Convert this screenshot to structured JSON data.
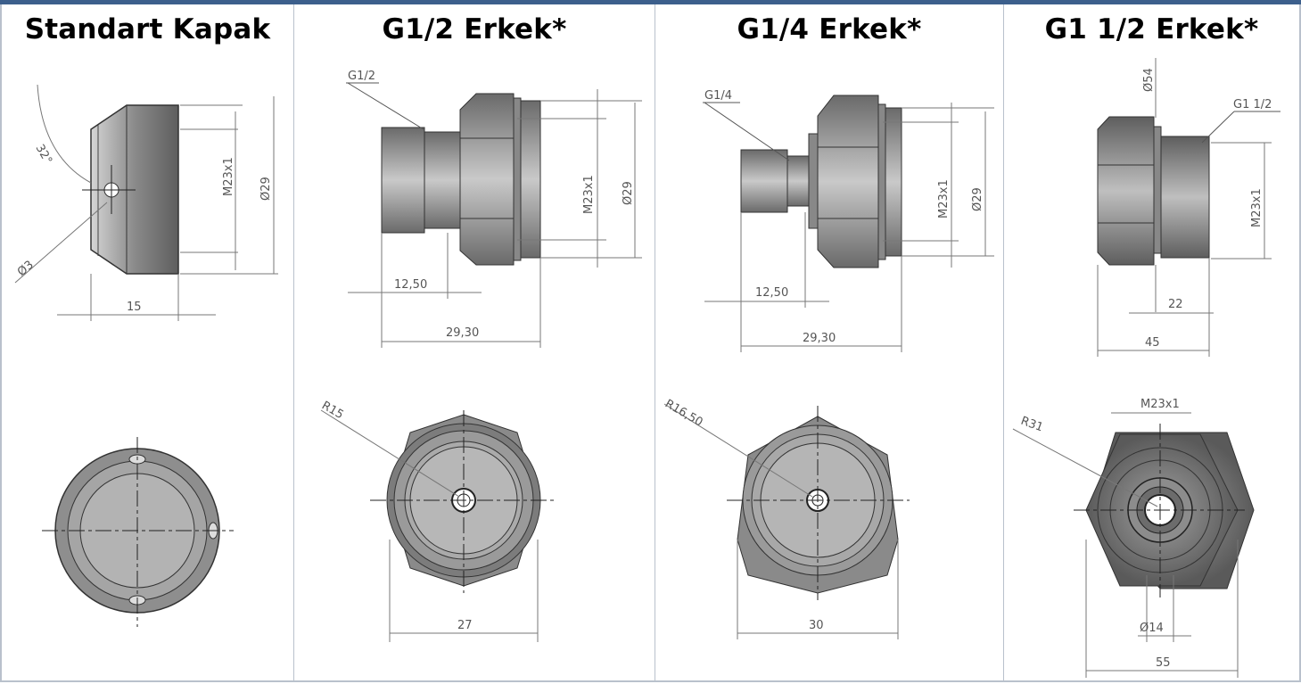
{
  "panels": [
    {
      "title": "Standart Kapak",
      "dims": {
        "angle": "32°",
        "hole": "Ø3",
        "thread": "M23x1",
        "dia": "Ø29",
        "length": "15"
      }
    },
    {
      "title": "G1/2 Erkek*",
      "dims": {
        "thread_label": "G1/2",
        "thread": "M23x1",
        "dia": "Ø29",
        "short": "12,50",
        "long": "29,30",
        "radius": "R15",
        "width": "27"
      }
    },
    {
      "title": "G1/4 Erkek*",
      "dims": {
        "thread_label": "G1/4",
        "thread": "M23x1",
        "dia": "Ø29",
        "short": "12,50",
        "long": "29,30",
        "radius": "R16,50",
        "width": "30"
      }
    },
    {
      "title": "G1 1/2 Erkek*",
      "dims": {
        "dia_top": "Ø54",
        "thread_label": "G1 1/2",
        "thread": "M23x1",
        "short": "22",
        "long": "45",
        "thread_top": "M23x1",
        "radius": "R31",
        "bore": "Ø14",
        "width": "55"
      }
    }
  ]
}
